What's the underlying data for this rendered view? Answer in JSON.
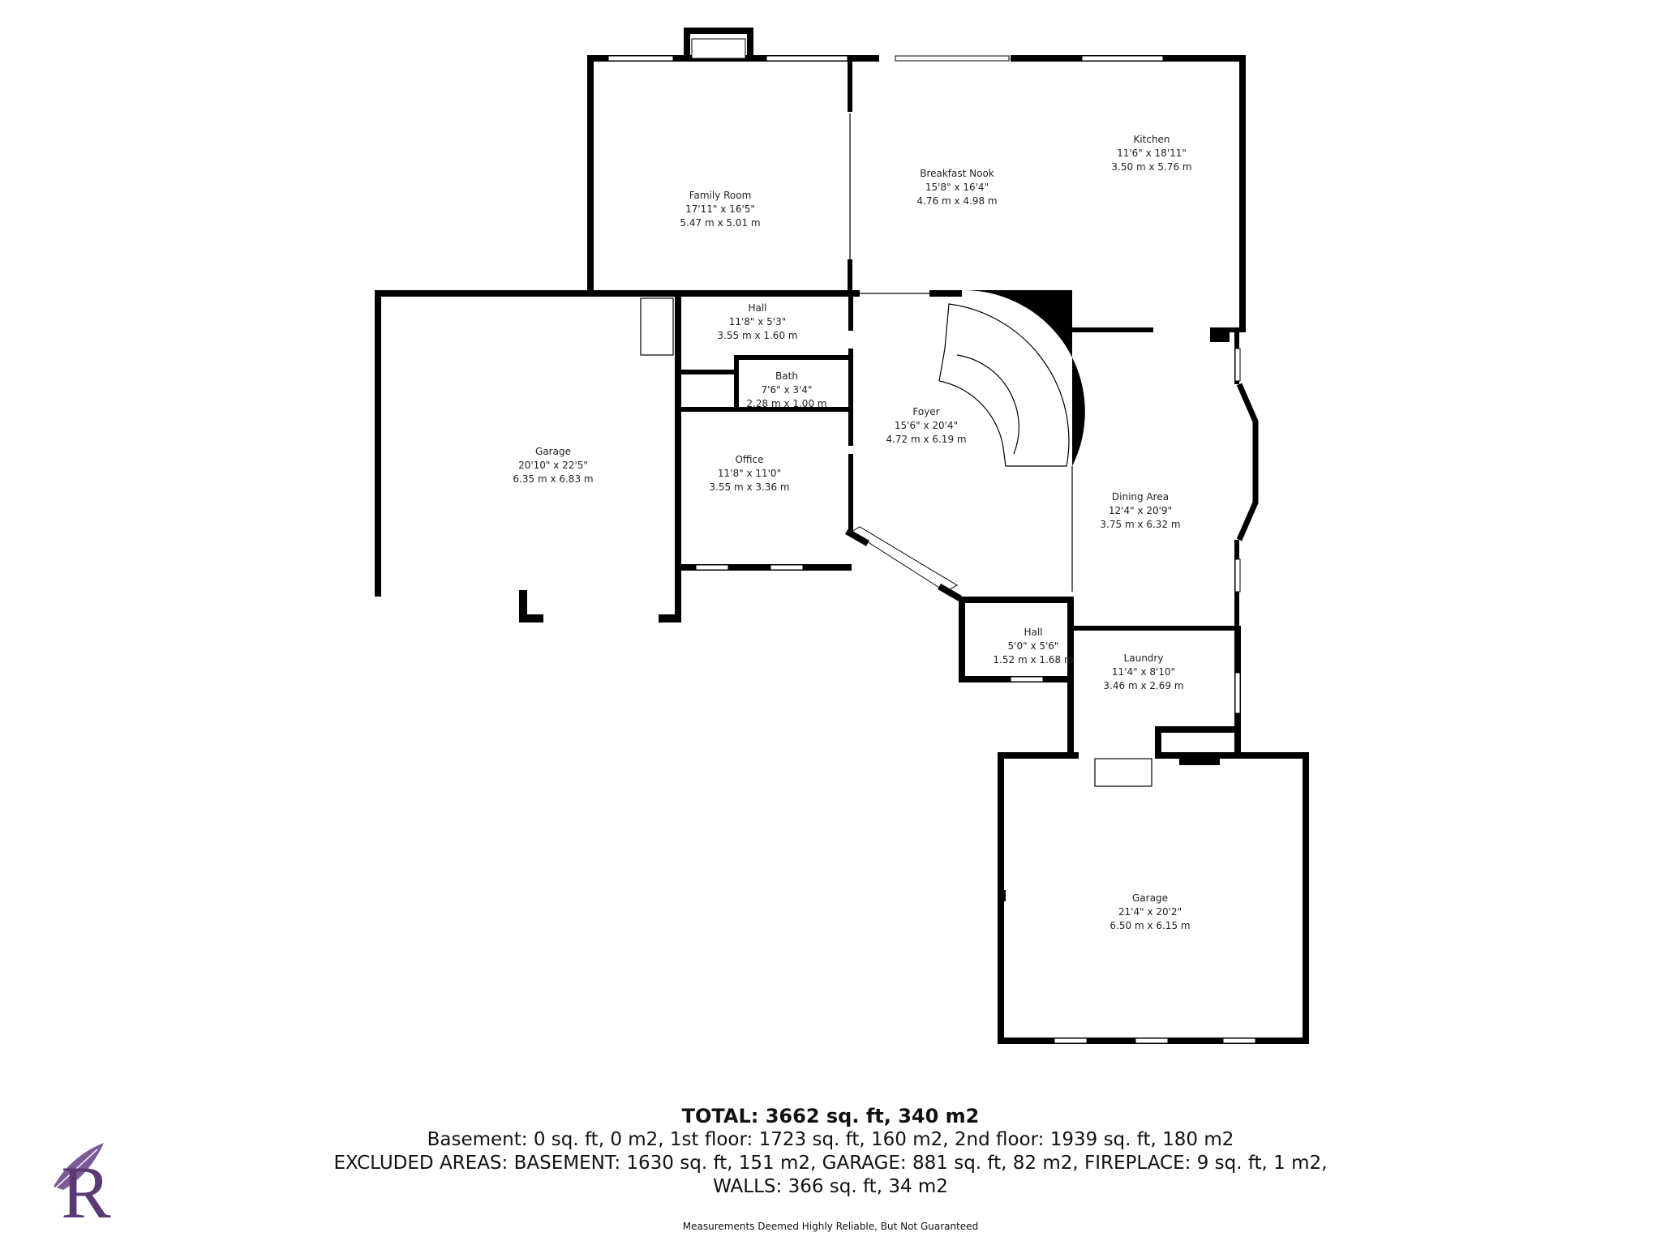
{
  "rooms": [
    {
      "name": "Family Room",
      "imperial": "17'11\" x 16'5\"",
      "metric": "5.47 m x 5.01 m"
    },
    {
      "name": "Breakfast Nook",
      "imperial": "15'8\" x 16'4\"",
      "metric": "4.76 m x 4.98 m"
    },
    {
      "name": "Kitchen",
      "imperial": "11'6\" x 18'11\"",
      "metric": "3.50 m x 5.76 m"
    },
    {
      "name": "Hall",
      "imperial": "11'8\" x 5'3\"",
      "metric": "3.55 m x 1.60 m"
    },
    {
      "name": "Bath",
      "imperial": "7'6\" x 3'4\"",
      "metric": "2.28 m x 1.00 m"
    },
    {
      "name": "Garage",
      "imperial": "20'10\" x 22'5\"",
      "metric": "6.35 m x 6.83 m"
    },
    {
      "name": "Foyer",
      "imperial": "15'6\" x 20'4\"",
      "metric": "4.72 m x 6.19 m"
    },
    {
      "name": "Office",
      "imperial": "11'8\" x 11'0\"",
      "metric": "3.55 m x 3.36 m"
    },
    {
      "name": "Dining Area",
      "imperial": "12'4\" x 20'9\"",
      "metric": "3.75 m x 6.32 m"
    },
    {
      "name": "Hall",
      "imperial": "5'0\" x 5'6\"",
      "metric": "1.52 m x 1.68 m"
    },
    {
      "name": "Laundry",
      "imperial": "11'4\" x 8'10\"",
      "metric": "3.46 m x 2.69 m"
    },
    {
      "name": "Garage",
      "imperial": "21'4\" x 20'2\"",
      "metric": "6.50 m x 6.15 m"
    }
  ],
  "totals": {
    "headline": "TOTAL: 3662 sq. ft, 340 m2",
    "line1": "Basement: 0 sq. ft, 0 m2, 1st floor: 1723 sq. ft, 160 m2, 2nd floor: 1939 sq. ft, 180 m2",
    "line2": "EXCLUDED AREAS: BASEMENT: 1630 sq. ft, 151 m2, GARAGE: 881 sq. ft, 82 m2, FIREPLACE: 9 sq. ft, 1 m2,",
    "line3": "WALLS: 366 sq. ft, 34 m2"
  },
  "disclaimer": "Measurements Deemed Highly Reliable, But Not Guaranteed",
  "logo": {
    "letter": "R",
    "color": "#5b3a73",
    "icon": "feather-icon"
  }
}
